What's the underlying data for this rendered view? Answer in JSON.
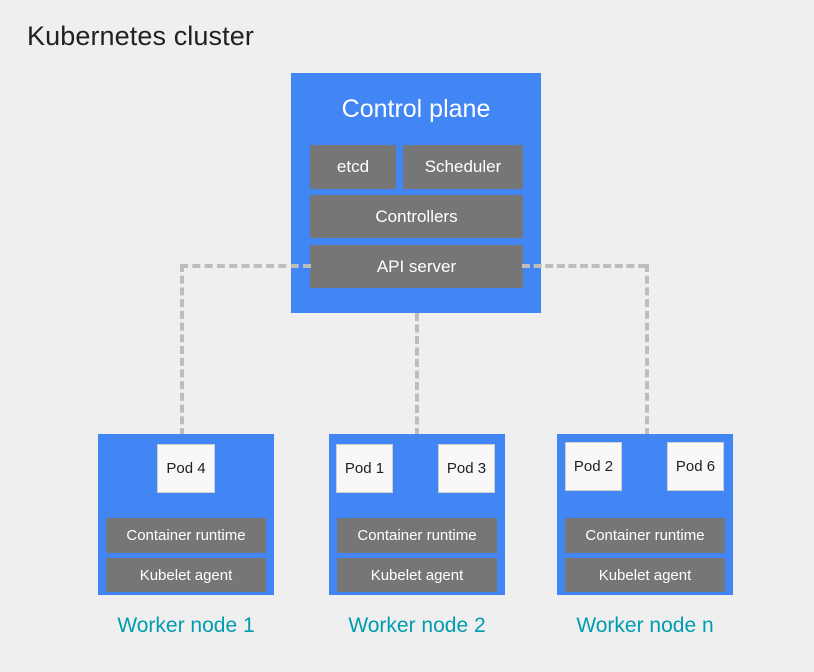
{
  "diagram": {
    "title": "Kubernetes cluster",
    "background_color": "#efefef",
    "accent_blue": "#4285f4",
    "component_gray": "#767676",
    "label_teal": "#009cb0",
    "connector_gray": "#bdbdbd"
  },
  "control_plane": {
    "title": "Control plane",
    "components": [
      {
        "label": "etcd"
      },
      {
        "label": "Scheduler"
      },
      {
        "label": "Controllers"
      },
      {
        "label": "API server"
      }
    ]
  },
  "worker_nodes": [
    {
      "label": "Worker node 1",
      "pods": [
        {
          "label": "Pod 4"
        }
      ],
      "runtime": "Container runtime",
      "kubelet": "Kubelet agent"
    },
    {
      "label": "Worker node 2",
      "pods": [
        {
          "label": "Pod 1"
        },
        {
          "label": "Pod 3"
        }
      ],
      "runtime": "Container runtime",
      "kubelet": "Kubelet agent"
    },
    {
      "label": "Worker node n",
      "pods": [
        {
          "label": "Pod 2"
        },
        {
          "label": "Pod 6"
        }
      ],
      "runtime": "Container runtime",
      "kubelet": "Kubelet agent"
    }
  ],
  "connectors": [
    {
      "name": "api-server-to-worker-node-1",
      "style": "dashed"
    },
    {
      "name": "control-plane-to-worker-node-2",
      "style": "dashed"
    },
    {
      "name": "api-server-to-worker-node-n",
      "style": "dashed"
    }
  ]
}
